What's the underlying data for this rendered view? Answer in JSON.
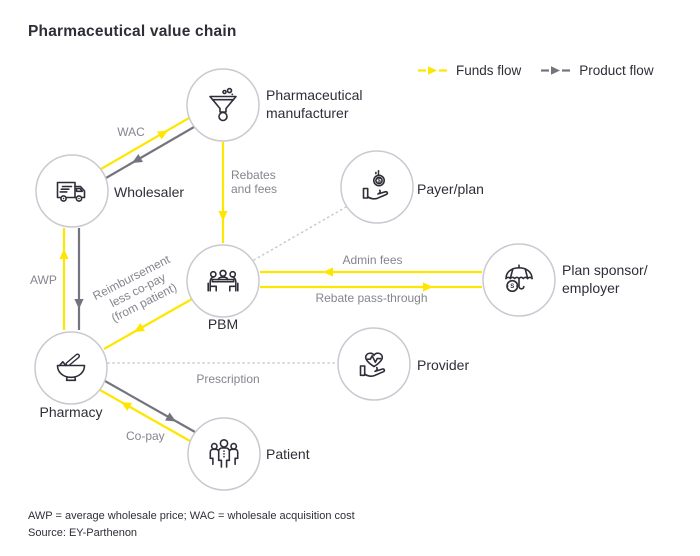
{
  "title": "Pharmaceutical value chain",
  "legend": [
    {
      "label": "Funds flow"
    },
    {
      "label": "Product flow"
    }
  ],
  "nodes": {
    "manufacturer": {
      "label": "Pharmaceutical\nmanufacturer"
    },
    "wholesaler": {
      "label": "Wholesaler"
    },
    "payer": {
      "label": "Payer/plan"
    },
    "pbm": {
      "label": "PBM"
    },
    "sponsor": {
      "label": "Plan sponsor/\nemployer"
    },
    "pharmacy": {
      "label": "Pharmacy"
    },
    "provider": {
      "label": "Provider"
    },
    "patient": {
      "label": "Patient"
    }
  },
  "flows": {
    "wac": "WAC",
    "rebates": "Rebates\nand fees",
    "awp": "AWP",
    "reimbursement": "Reimbursement\nless co-pay\n(from patient)",
    "admin_fees": "Admin fees",
    "rebate_pass_through": "Rebate pass-through",
    "prescription": "Prescription",
    "copay": "Co-pay"
  },
  "icons": {
    "payer_coin_symbol": "$",
    "sponsor_coin_symbol": "S"
  },
  "footnote": "AWP = average wholesale price; WAC = wholesale acquisition cost",
  "source": "Source: EY-Parthenon",
  "colors": {
    "funds": "#FFE600",
    "product": "#747480",
    "dotted": "#C9C9D1",
    "node-border": "#C9C9D1",
    "icon": "#2E2E38",
    "text-dark": "#2E2E38",
    "text-gray": "#85858F"
  }
}
